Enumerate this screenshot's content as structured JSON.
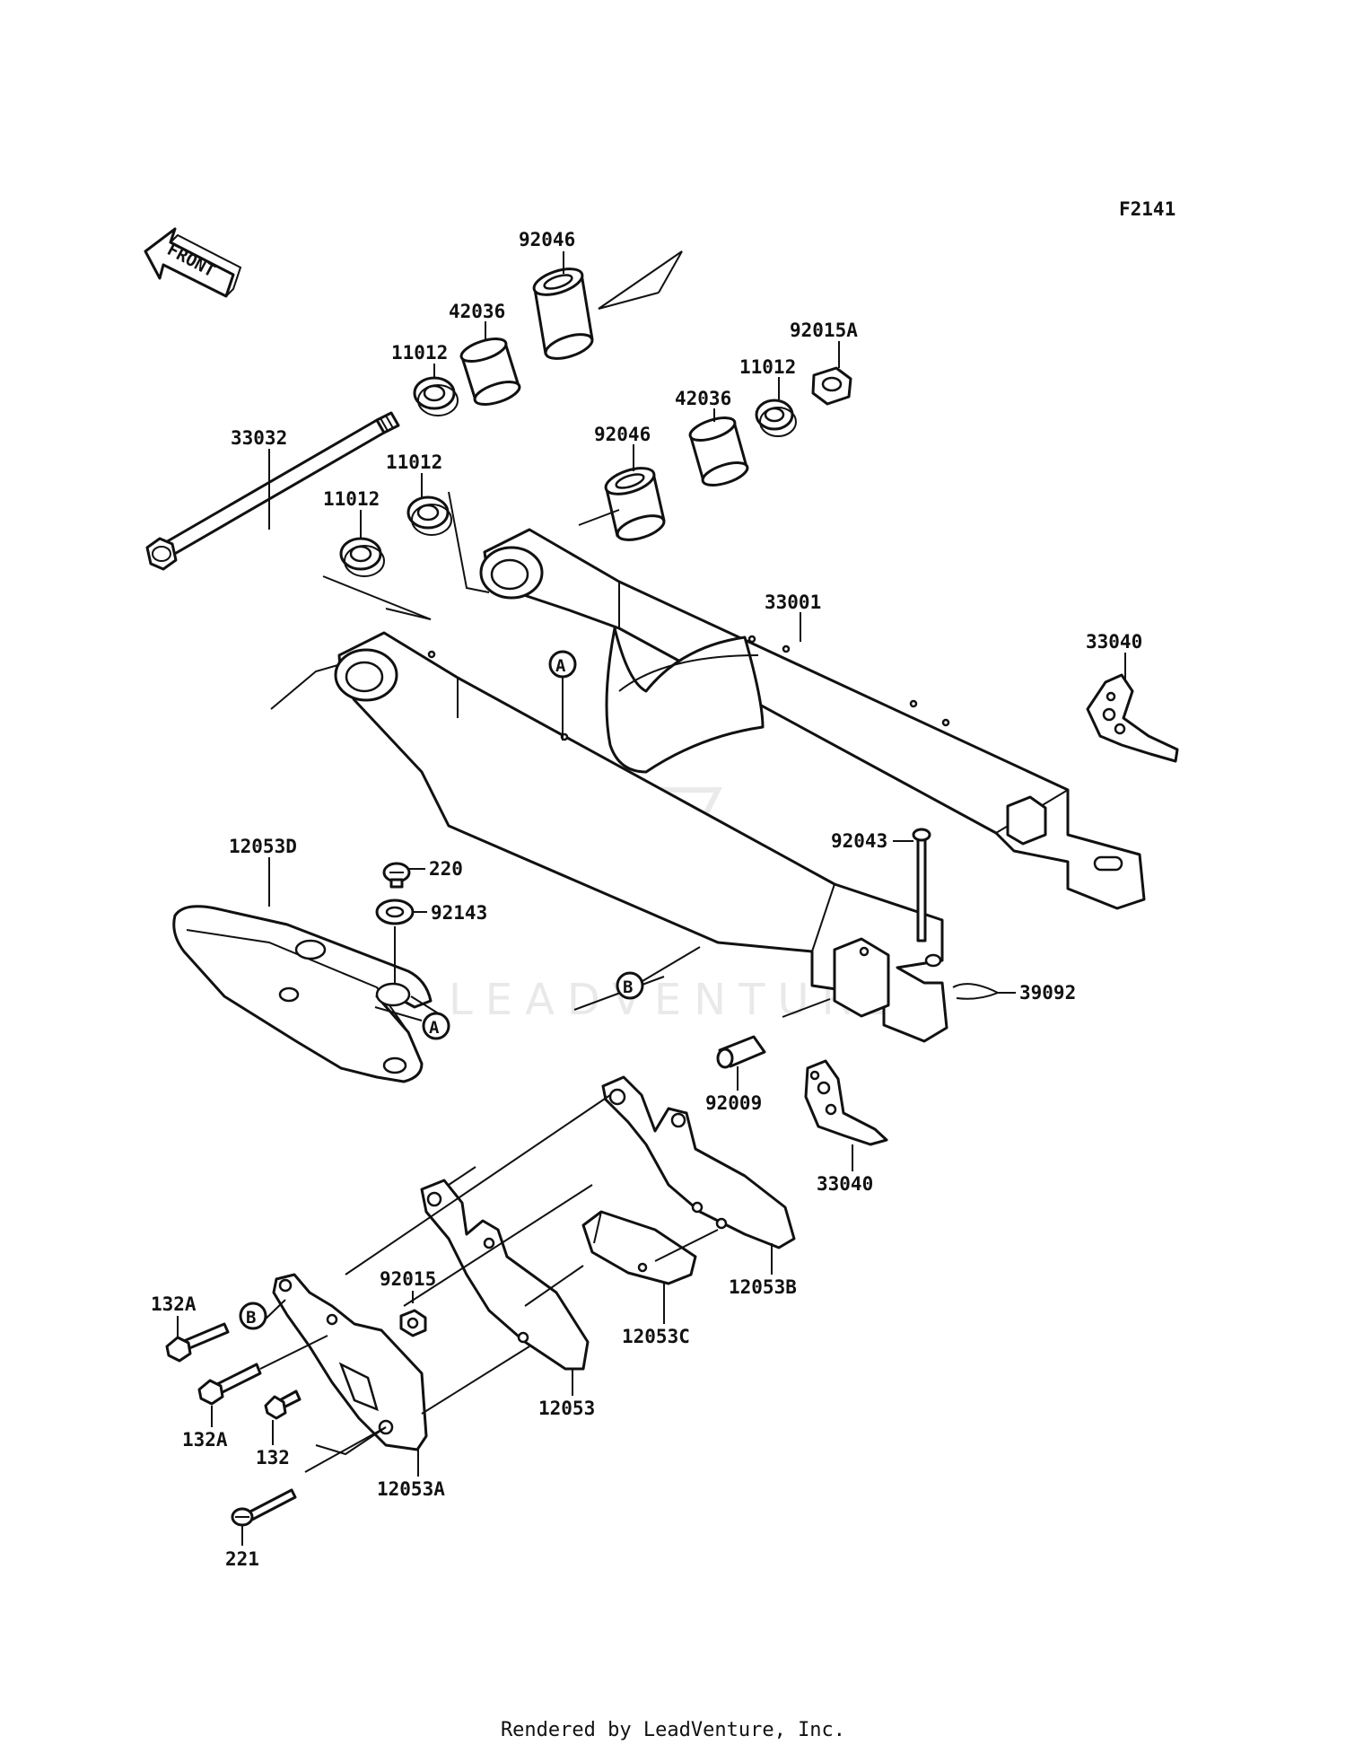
{
  "figure_code": "F2141",
  "front_arrow_label": "FRONT",
  "watermark": "LEADVENTURE",
  "footer": "Rendered by LeadVenture, Inc.",
  "callouts": {
    "ref_a": "A",
    "ref_b": "B"
  },
  "parts": {
    "p92046_top": "92046",
    "p42036_top": "42036",
    "p11012_top": "11012",
    "p92015A": "92015A",
    "p11012_right": "11012",
    "p42036_right": "42036",
    "p92046_mid": "92046",
    "p33032": "33032",
    "p11012_mid": "11012",
    "p11012_left": "11012",
    "p33001": "33001",
    "p33040_top": "33040",
    "p92043": "92043",
    "p12053D": "12053D",
    "p220": "220",
    "p92143": "92143",
    "p39092": "39092",
    "p92009": "92009",
    "p33040_bottom": "33040",
    "p12053B": "12053B",
    "p12053C": "12053C",
    "p12053": "12053",
    "p92015": "92015",
    "p132A_top": "132A",
    "p132A_bottom": "132A",
    "p132": "132",
    "p12053A": "12053A",
    "p221": "221"
  }
}
